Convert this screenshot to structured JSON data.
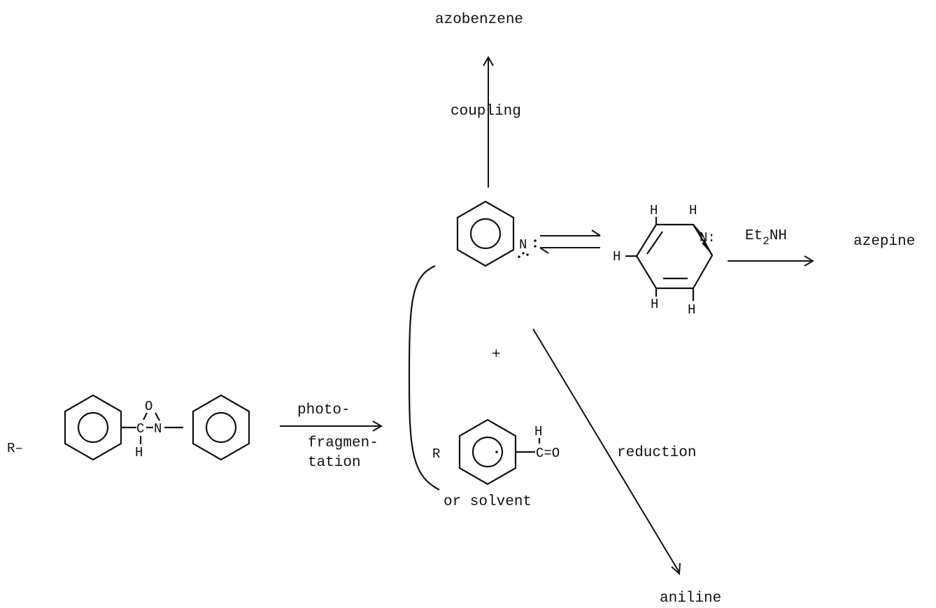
{
  "labels": {
    "azobenzene": "azobenzene",
    "coupling": "coupling",
    "photo": "photo-",
    "fragmentation_1": "fragmen-",
    "fragmentation_2": "tation",
    "reduction": "reduction",
    "aniline": "aniline",
    "azepine": "azepine",
    "reagent_base": "Et",
    "reagent_sub": "2",
    "reagent_tail": "NH",
    "or_solvent": "or solvent",
    "plus": "+"
  },
  "atoms": {
    "R": "R–",
    "R2": "R",
    "O": "O",
    "C": "C",
    "N": "N",
    "H": "H",
    "nitrene": "N",
    "aldehyde_H": "H",
    "aldehyde_CO": "C=O",
    "aza_N": "N:",
    "aza_H": "H"
  }
}
